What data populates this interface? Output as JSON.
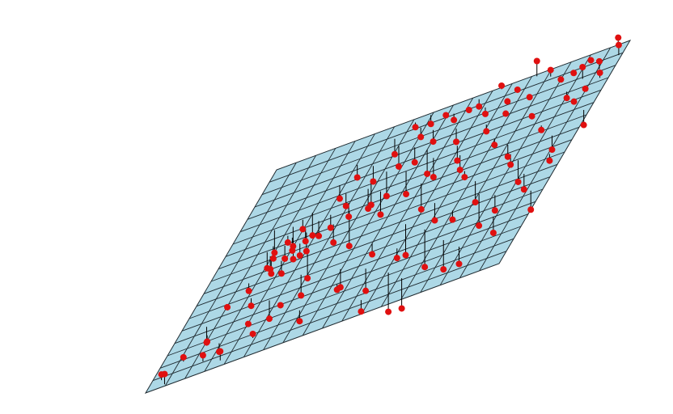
{
  "chart_data": {
    "type": "scatter",
    "subtype": "3d-regression-plane-with-residuals",
    "title": "",
    "xlabel": "",
    "ylabel": "",
    "zlabel": "",
    "axes_visible": false,
    "grid": true,
    "plane_grid_divisions": [
      18,
      18
    ],
    "plane_color": "#add8e6",
    "grid_line_color": "#1f2a30",
    "point_color": "#e01010",
    "residual_line_color": "#000000",
    "series": [
      {
        "points": [
          [
            0.05,
            0.01,
            0.16
          ],
          [
            0.03,
            0.04,
            0.14
          ],
          [
            0.07,
            0.1,
            0.2
          ],
          [
            0.14,
            0.06,
            0.22
          ],
          [
            0.16,
            0.13,
            0.18
          ],
          [
            0.2,
            0.03,
            0.25
          ],
          [
            0.22,
            0.19,
            0.31
          ],
          [
            0.27,
            0.09,
            0.3
          ],
          [
            0.25,
            0.27,
            0.27
          ],
          [
            0.3,
            0.22,
            0.39
          ],
          [
            0.18,
            0.32,
            0.35
          ],
          [
            0.31,
            0.35,
            0.35
          ],
          [
            0.14,
            0.41,
            0.4
          ],
          [
            0.21,
            0.47,
            0.45
          ],
          [
            0.24,
            0.53,
            0.52
          ],
          [
            0.28,
            0.48,
            0.38
          ],
          [
            0.32,
            0.57,
            0.55
          ],
          [
            0.18,
            0.6,
            0.58
          ],
          [
            0.29,
            0.63,
            0.62
          ],
          [
            0.35,
            0.61,
            0.48
          ],
          [
            0.22,
            0.68,
            0.55
          ],
          [
            0.3,
            0.72,
            0.7
          ],
          [
            0.12,
            0.66,
            0.48
          ],
          [
            0.37,
            0.7,
            0.67
          ],
          [
            0.26,
            0.78,
            0.72
          ],
          [
            0.34,
            0.82,
            0.78
          ],
          [
            0.4,
            0.76,
            0.7
          ],
          [
            0.42,
            0.66,
            0.64
          ],
          [
            0.39,
            0.88,
            0.82
          ],
          [
            0.45,
            0.84,
            0.86
          ],
          [
            0.36,
            0.93,
            0.88
          ],
          [
            0.48,
            0.9,
            0.95
          ],
          [
            0.4,
            0.98,
            1.02
          ],
          [
            0.5,
            0.8,
            0.79
          ],
          [
            0.52,
            0.95,
            1.05
          ],
          [
            0.56,
            0.86,
            0.95
          ],
          [
            0.47,
            0.72,
            0.72
          ],
          [
            0.58,
            0.98,
            1.1
          ],
          [
            0.6,
            0.76,
            0.88
          ],
          [
            0.62,
            0.92,
            1.08
          ],
          [
            0.66,
            0.82,
            1.02
          ],
          [
            0.55,
            0.62,
            0.66
          ],
          [
            0.7,
            0.95,
            1.2
          ],
          [
            0.72,
            0.72,
            0.98
          ],
          [
            0.68,
            0.6,
            0.86
          ],
          [
            0.76,
            0.88,
            1.18
          ],
          [
            0.78,
            0.66,
            0.92
          ],
          [
            0.8,
            0.79,
            1.1
          ],
          [
            0.83,
            0.93,
            1.24
          ],
          [
            0.86,
            0.7,
            1.05
          ],
          [
            0.88,
            0.84,
            1.16
          ],
          [
            0.9,
            0.97,
            1.32
          ],
          [
            0.93,
            0.76,
            1.18
          ],
          [
            0.95,
            0.9,
            1.35
          ],
          [
            0.97,
            0.99,
            1.44
          ],
          [
            0.92,
            0.62,
            0.95
          ],
          [
            0.85,
            0.55,
            0.8
          ],
          [
            0.74,
            0.52,
            0.72
          ],
          [
            0.64,
            0.48,
            0.66
          ],
          [
            0.58,
            0.42,
            0.48
          ],
          [
            0.5,
            0.38,
            0.55
          ],
          [
            0.44,
            0.3,
            0.4
          ],
          [
            0.46,
            0.22,
            0.44
          ],
          [
            0.38,
            0.15,
            0.3
          ],
          [
            0.53,
            0.25,
            0.38
          ],
          [
            0.6,
            0.3,
            0.55
          ],
          [
            0.66,
            0.35,
            0.42
          ],
          [
            0.72,
            0.4,
            0.7
          ],
          [
            0.78,
            0.44,
            0.6
          ],
          [
            0.84,
            0.4,
            0.72
          ],
          [
            0.9,
            0.46,
            0.8
          ],
          [
            0.95,
            0.52,
            0.94
          ],
          [
            0.98,
            0.7,
            1.04
          ],
          [
            0.75,
            0.25,
            0.45
          ],
          [
            0.82,
            0.18,
            0.52
          ],
          [
            0.68,
            0.12,
            0.3
          ],
          [
            0.58,
            0.08,
            0.35
          ],
          [
            0.88,
            0.28,
            0.64
          ],
          [
            0.96,
            0.35,
            0.72
          ],
          [
            0.62,
            0.18,
            0.25
          ],
          [
            0.1,
            0.2,
            0.22
          ],
          [
            0.12,
            0.3,
            0.38
          ],
          [
            0.08,
            0.25,
            0.18
          ],
          [
            0.17,
            0.5,
            0.44
          ],
          [
            0.19,
            0.55,
            0.5
          ],
          [
            0.2,
            0.58,
            0.53
          ],
          [
            0.21,
            0.56,
            0.48
          ],
          [
            0.16,
            0.52,
            0.46
          ],
          [
            0.15,
            0.57,
            0.5
          ],
          [
            0.23,
            0.6,
            0.57
          ],
          [
            0.18,
            0.64,
            0.52
          ],
          [
            0.2,
            0.66,
            0.62
          ],
          [
            0.14,
            0.55,
            0.45
          ],
          [
            0.26,
            0.62,
            0.58
          ],
          [
            0.24,
            0.58,
            0.51
          ],
          [
            0.33,
            0.66,
            0.66
          ],
          [
            0.36,
            0.75,
            0.66
          ],
          [
            0.28,
            0.86,
            0.8
          ],
          [
            0.43,
            0.94,
            0.97
          ],
          [
            0.54,
            0.74,
            0.8
          ],
          [
            0.63,
            0.7,
            0.85
          ],
          [
            0.7,
            0.86,
            1.1
          ],
          [
            0.81,
            0.6,
            0.9
          ],
          [
            0.87,
            0.92,
            1.28
          ],
          [
            0.94,
            0.82,
            1.22
          ],
          [
            0.99,
            0.94,
            1.42
          ],
          [
            0.97,
            0.85,
            1.3
          ],
          [
            0.91,
            0.88,
            1.34
          ],
          [
            0.79,
            0.96,
            1.3
          ],
          [
            0.74,
            0.99,
            1.36
          ],
          [
            0.69,
            0.9,
            1.16
          ],
          [
            0.64,
            0.99,
            1.22
          ],
          [
            0.57,
            0.93,
            1.12
          ],
          [
            0.49,
            0.97,
            1.08
          ],
          [
            0.44,
            0.99,
            1.02
          ]
        ]
      }
    ],
    "plane": {
      "intercept": 0.05,
      "slope_x": 0.55,
      "slope_y": 0.8
    }
  }
}
